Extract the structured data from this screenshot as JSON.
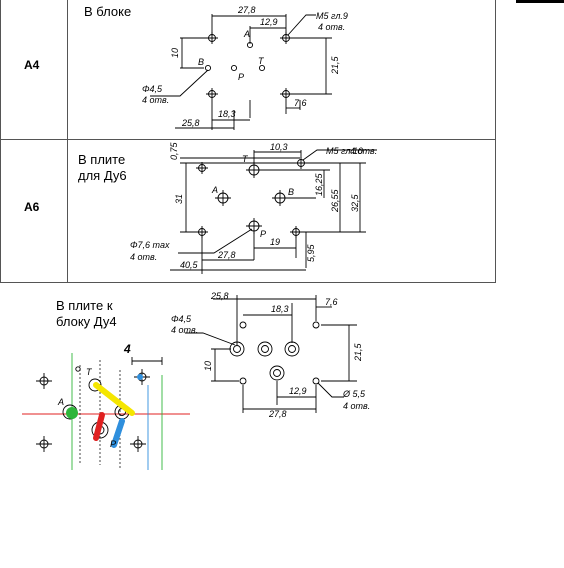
{
  "table": {
    "rows": [
      {
        "code": "A4",
        "caption": "В блоке"
      },
      {
        "code": "A6",
        "caption_line1": "В плите",
        "caption_line2": "для Ду6"
      }
    ]
  },
  "lower": {
    "caption_line1": "В плите к",
    "caption_line2": "блоку Ду4"
  },
  "a4": {
    "dims": [
      "27,8",
      "12,9",
      "10",
      "21,5",
      "18,3",
      "7,6",
      "25,8"
    ],
    "port_labels": [
      "A",
      "B",
      "P",
      "T"
    ],
    "callout_m5": "M5 гл.9",
    "callout_m5_count": "4 отв.",
    "callout_d45": "Φ4,5",
    "callout_d45_count": "4 отв."
  },
  "a6": {
    "dims": [
      "0,75",
      "10,3",
      "31",
      "16,25",
      "26,55",
      "32,5",
      "19",
      "27,8",
      "5,95",
      "40,5"
    ],
    "port_labels": [
      "T",
      "A",
      "B",
      "P"
    ],
    "callout_m5": "M5 гл.10",
    "callout_m5_count": "4 отв.",
    "callout_d76": "Φ7,6 max",
    "callout_d76_count": "4 отв."
  },
  "plate4": {
    "dims": [
      "25,8",
      "18,3",
      "7,6",
      "10",
      "21,5",
      "12,9",
      "27,8"
    ],
    "callout_d45": "Φ4,5",
    "callout_d45_count": "4 отв.",
    "callout_d55": "Ø 5,5",
    "callout_d55_count": "4 отв."
  },
  "sketch": {
    "dim_value": "4",
    "port_labels": [
      "T",
      "A",
      "P"
    ],
    "colors": {
      "yellow": "#f5e600",
      "red": "#e02020",
      "blue": "#2f8fdd",
      "green": "#2fb53a"
    }
  }
}
